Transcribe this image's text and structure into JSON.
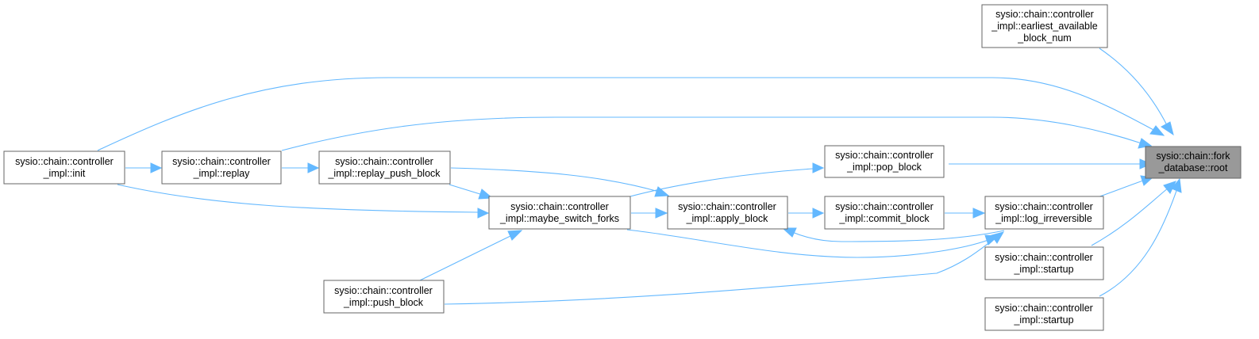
{
  "graph": {
    "nodes": {
      "root": {
        "lines": [
          "sysio::chain::fork",
          "_database::root"
        ]
      },
      "earliest": {
        "lines": [
          "sysio::chain::controller",
          "_impl::earliest_available",
          "_block_num"
        ]
      },
      "init": {
        "lines": [
          "sysio::chain::controller",
          "_impl::init"
        ]
      },
      "replay": {
        "lines": [
          "sysio::chain::controller",
          "_impl::replay"
        ]
      },
      "replay_push": {
        "lines": [
          "sysio::chain::controller",
          "_impl::replay_push_block"
        ]
      },
      "pop_block": {
        "lines": [
          "sysio::chain::controller",
          "_impl::pop_block"
        ]
      },
      "maybe_switch": {
        "lines": [
          "sysio::chain::controller",
          "_impl::maybe_switch_forks"
        ]
      },
      "apply_block": {
        "lines": [
          "sysio::chain::controller",
          "_impl::apply_block"
        ]
      },
      "commit_block": {
        "lines": [
          "sysio::chain::controller",
          "_impl::commit_block"
        ]
      },
      "log_irrev": {
        "lines": [
          "sysio::chain::controller",
          "_impl::log_irreversible"
        ]
      },
      "startup1": {
        "lines": [
          "sysio::chain::controller",
          "_impl::startup"
        ]
      },
      "startup2": {
        "lines": [
          "sysio::chain::controller",
          "_impl::startup"
        ]
      },
      "push_block": {
        "lines": [
          "sysio::chain::controller",
          "_impl::push_block"
        ]
      }
    },
    "edges": [
      [
        "earliest",
        "root"
      ],
      [
        "init",
        "root"
      ],
      [
        "replay",
        "root"
      ],
      [
        "pop_block",
        "root"
      ],
      [
        "log_irrev",
        "root"
      ],
      [
        "startup1",
        "root"
      ],
      [
        "startup2",
        "root"
      ],
      [
        "init",
        "replay"
      ],
      [
        "replay",
        "replay_push"
      ],
      [
        "replay_push",
        "maybe_switch"
      ],
      [
        "replay_push",
        "apply_block"
      ],
      [
        "init",
        "maybe_switch"
      ],
      [
        "maybe_switch",
        "pop_block"
      ],
      [
        "maybe_switch",
        "apply_block"
      ],
      [
        "maybe_switch",
        "log_irrev"
      ],
      [
        "push_block",
        "maybe_switch"
      ],
      [
        "push_block",
        "log_irrev"
      ],
      [
        "apply_block",
        "commit_block"
      ],
      [
        "commit_block",
        "log_irrev"
      ],
      [
        "log_irrev",
        "apply_block"
      ]
    ],
    "colors": {
      "edge": "#63b8ff",
      "root_fill": "#999999",
      "node_border": "#666666"
    }
  }
}
